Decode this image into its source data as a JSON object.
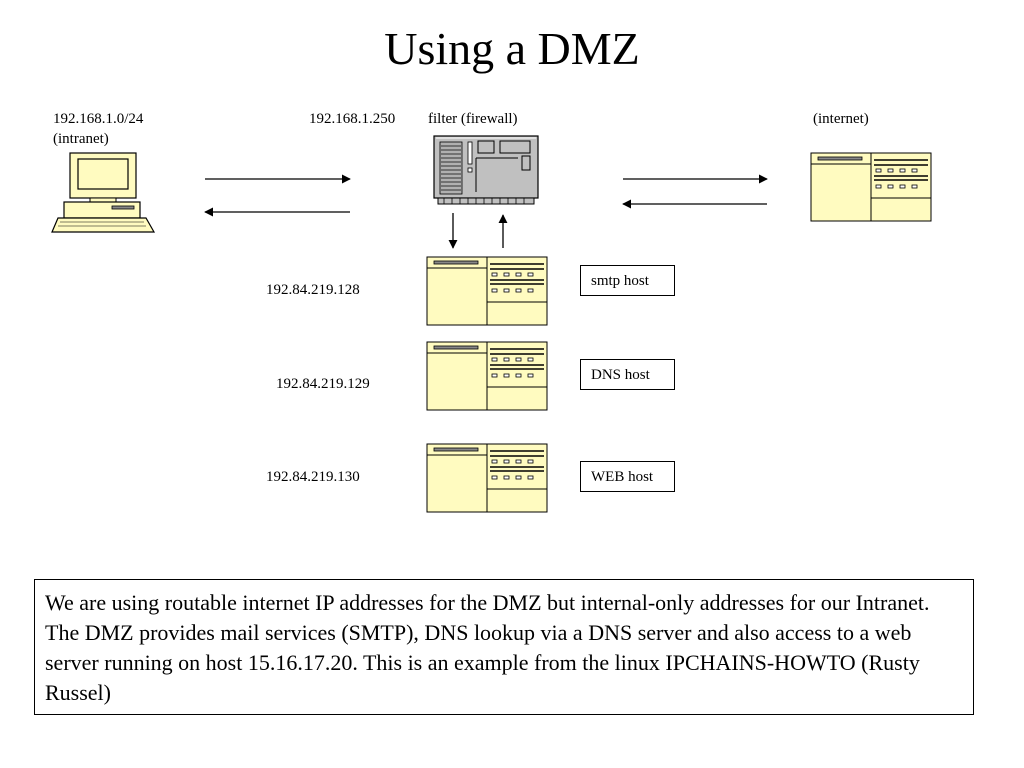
{
  "title": "Using a DMZ",
  "labels": {
    "intranet_net": "192.168.1.0/24",
    "intranet_name": "(intranet)",
    "firewall_ip": "192.168.1.250",
    "firewall_name": "filter (firewall)",
    "internet_name": "(internet)"
  },
  "hosts": [
    {
      "ip": "192.84.219.128",
      "name": "smtp host"
    },
    {
      "ip": "192.84.219.129",
      "name": "DNS host"
    },
    {
      "ip": "192.84.219.130",
      "name": "WEB host"
    }
  ],
  "note": "We are using routable internet IP addresses for the DMZ but internal-only addresses for our Intranet. The DMZ provides mail services (SMTP), DNS lookup via a DNS server and also access to a web server running on host 15.16.17.20. This is an example from the linux IPCHAINS-HOWTO (Rusty Russel)",
  "colors": {
    "device_fill": "#fffbc0",
    "firewall_fill": "#c0c0c0",
    "line": "#000000"
  },
  "icons": {
    "intranet": "desktop-computer-icon",
    "firewall": "firewall-server-icon",
    "internet": "server-rack-icon",
    "dmz_host": "server-rack-icon"
  }
}
